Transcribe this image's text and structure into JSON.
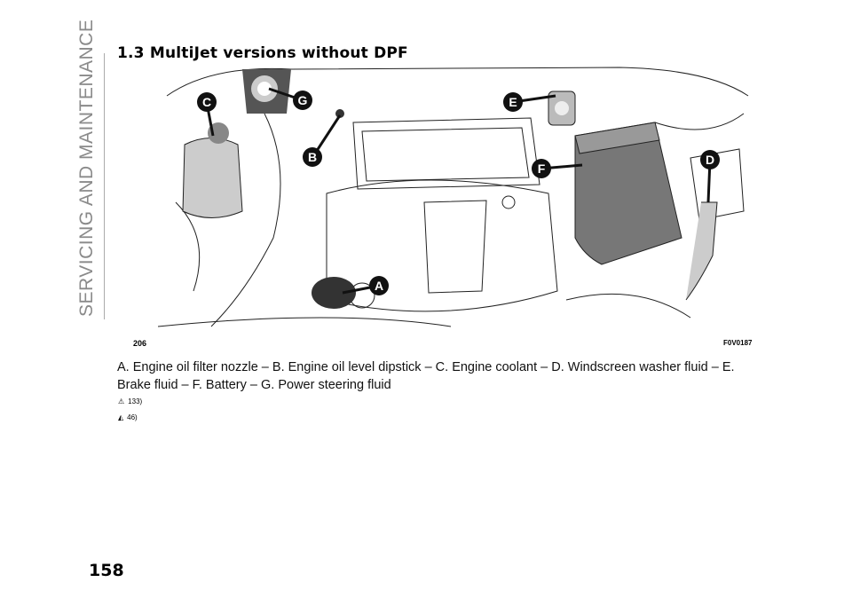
{
  "sidebar": {
    "section": "SERVICING AND MAINTENANCE"
  },
  "heading": "1.3 MultiJet versions without DPF",
  "figure": {
    "number": "206",
    "code": "F0V0187",
    "callouts": [
      "A",
      "B",
      "C",
      "D",
      "E",
      "F",
      "G"
    ]
  },
  "caption": "A. Engine oil filter nozzle – B. Engine oil level dipstick – C. Engine coolant – D. Windscreen washer fluid – E. Brake fluid – F. Battery – G. Power steering fluid",
  "refs": [
    {
      "icon": "warning-icon",
      "text": "133)"
    },
    {
      "icon": "caution-icon",
      "text": "46)"
    }
  ],
  "page_number": "158"
}
